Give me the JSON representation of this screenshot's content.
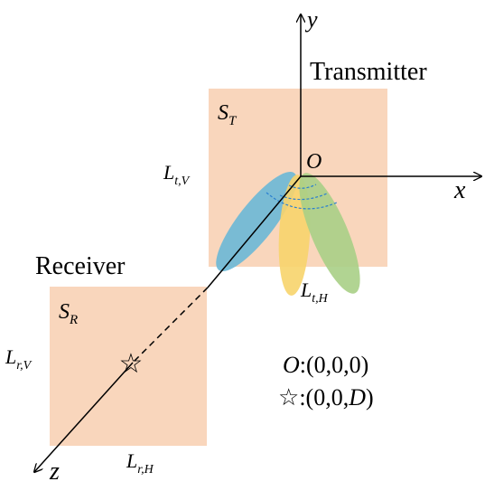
{
  "diagram": {
    "axes": {
      "x_label": "x",
      "y_label": "y",
      "z_label": "z",
      "origin_label": "O"
    },
    "transmitter": {
      "title": "Transmitter",
      "surface_main": "S",
      "surface_sub": "T",
      "side_v_main": "L",
      "side_v_sub": "t,V",
      "side_h_main": "L",
      "side_h_sub": "t,H"
    },
    "receiver": {
      "title": "Receiver",
      "surface_main": "S",
      "surface_sub": "R",
      "side_v_main": "L",
      "side_v_sub": "r,V",
      "side_h_main": "L",
      "side_h_sub": "r,H"
    },
    "coordinates": {
      "origin_name": "O",
      "origin_coords": ":(0,0,0)",
      "star_glyph": "☆",
      "star_coords_prefix": ":(0,0,",
      "star_coords_var": "D",
      "star_coords_suffix": ")"
    },
    "colors": {
      "panel_fill": "#f8cfb0",
      "beam_blue": "#6ab8d6",
      "beam_yellow": "#f7d46b",
      "beam_green": "#a9cf86",
      "wave_dash": "#2a7fd0",
      "ink": "#000000"
    }
  }
}
